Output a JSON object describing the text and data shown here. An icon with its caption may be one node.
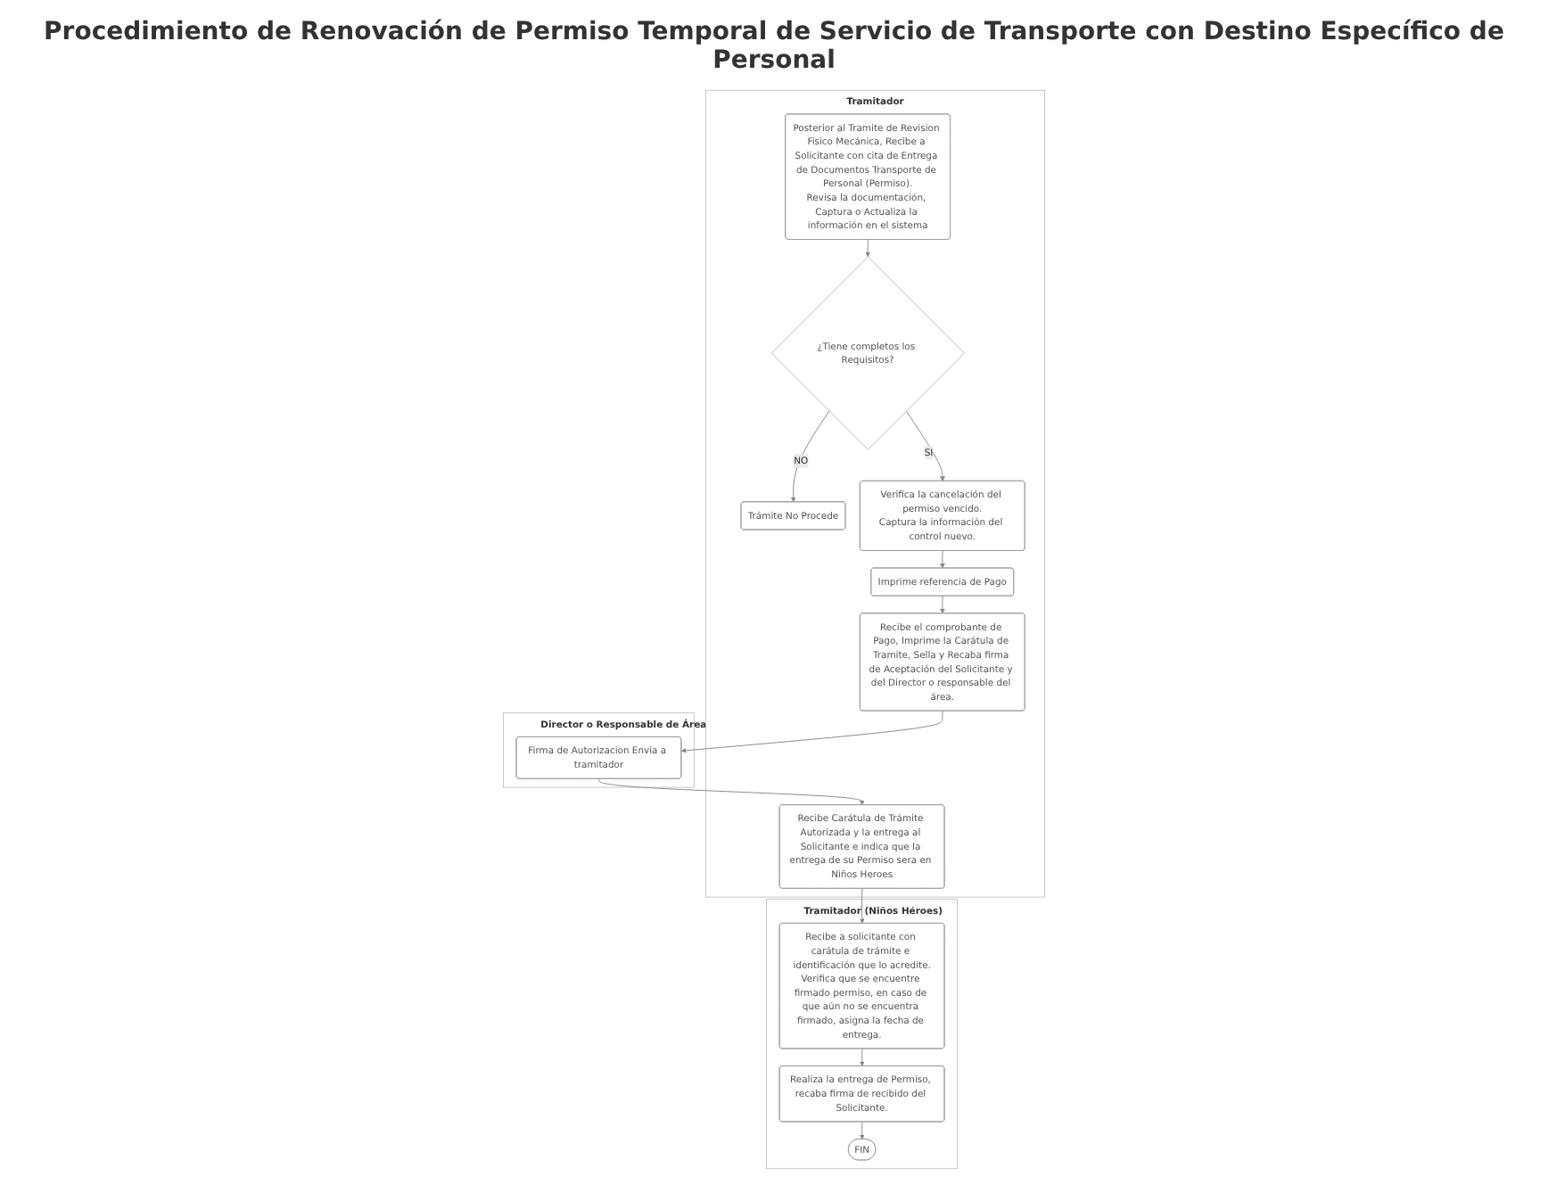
{
  "diagram": {
    "title": "Procedimiento de Renovación de Permiso Temporal de Servicio de Transporte con Destino Específico de Personal",
    "nodes": [
      {
        "text": [
          "Tramitador"
        ]
      },
      {
        "text": [
          "Posterior al Tramite de Revision Fisico Mecánica, Recibe a Solicitante con cita de Entrega de Documentos Transporte de Personal (Permiso).",
          "Revisa la documentación, Captura o Actualiza la información en el sistema"
        ],
        "in": 0
      },
      {
        "text": [
          "¿Tiene completos los Requisitos?"
        ],
        "in": 0
      },
      {
        "text": [
          "Trámite No Procede"
        ],
        "in": 0
      },
      {
        "text": [
          "Verifica la cancelación del permiso vencido.",
          "Captura la información del control nuevo."
        ],
        "in": 0
      },
      {
        "text": [
          "Imprime referencia de Pago"
        ],
        "in": 0
      },
      {
        "text": [
          "Recibe el comprobante de Pago, Imprime la Carátula de Tramite, Sella y Recaba firma de Aceptación del Solicitante y del Director o responsable del área."
        ],
        "in": 0
      },
      {
        "text": [
          "Recibe Carátula de Trámite Autorizada y la entrega al Solicitante e indica que la entrega de su Permiso sera en Niños Heroes"
        ],
        "in": 0
      },
      {
        "text": [
          "Director o Responsable de Área"
        ]
      },
      {
        "text": [
          "Firma de Autorizacion Envia a tramitador"
        ],
        "in": 8
      },
      {
        "text": [
          "Tramitador (Niños Héroes)"
        ]
      },
      {
        "text": [
          "Recibe a solicitante con carátula de trámite e identificación que lo acredite.",
          "Verifica que se encuentre firmado permiso, en caso de que aún no se encuentra firmado, asigna la fecha de entrega."
        ],
        "in": 10
      },
      {
        "text": [
          "Realiza la entrega de Permiso, recaba firma de recibido del Solicitante."
        ],
        "in": 10
      },
      {
        "text": [
          "FIN"
        ],
        "in": 10
      }
    ],
    "edges": [
      {
        "from": 1,
        "to": 2,
        "arrow": "to"
      },
      {
        "from": 2,
        "to": 3,
        "arrow": "to",
        "label": "NO"
      },
      {
        "from": 2,
        "to": 4,
        "arrow": "to",
        "label": "SI"
      },
      {
        "from": 4,
        "to": 5,
        "arrow": "to"
      },
      {
        "from": 5,
        "to": 6,
        "arrow": "to"
      },
      {
        "from": 6,
        "to": 9,
        "arrow": "to"
      },
      {
        "from": 9,
        "to": 7,
        "arrow": "to"
      },
      {
        "from": 7,
        "to": 11,
        "arrow": "to"
      },
      {
        "from": 11,
        "to": 12,
        "arrow": "to"
      },
      {
        "from": 12,
        "to": 13,
        "arrow": "to"
      }
    ]
  }
}
